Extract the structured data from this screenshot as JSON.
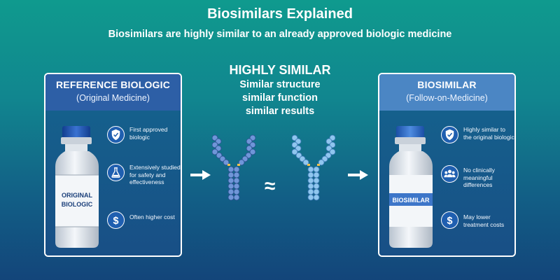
{
  "title": "Biosimilars Explained",
  "subtitle": "Biosimilars are highly similar to an already approved biologic medicine",
  "center": {
    "heading": "HIGHLY SIMILAR",
    "lines": [
      "Similar structure",
      "similar function",
      "similar results"
    ],
    "approx_symbol": "≈"
  },
  "reference_card": {
    "title": "REFERENCE BIOLOGIC",
    "subtitle": "(Original Medicine)",
    "vial_label": [
      "ORIGINAL",
      "BIOLOGIC"
    ],
    "features": [
      {
        "icon": "shield-check-icon",
        "text": "First approved biologic"
      },
      {
        "icon": "flask-icon",
        "text": "Extensively studied for safety and effectiveness"
      },
      {
        "icon": "dollar-icon",
        "text": "Often higher cost"
      }
    ]
  },
  "biosimilar_card": {
    "title": "BIOSIMILAR",
    "subtitle": "(Follow-on-Medicine)",
    "vial_label": [
      "BIOSIMILAR"
    ],
    "features": [
      {
        "icon": "shield-check-icon",
        "text": "Highly similar to the original biologic"
      },
      {
        "icon": "people-icon",
        "text": "No clinically meaningful differences"
      },
      {
        "icon": "dollar-icon",
        "text": "May lower treatment costs"
      }
    ]
  },
  "colors": {
    "background_top": "#0f9a8e",
    "background_bottom": "#13457a",
    "reference_header": "#2d5fa6",
    "biosimilar_header": "#4b86c4",
    "icon_circle": "#1f5fb0",
    "reference_antibody": "#6f96d8",
    "biosimilar_antibody": "#8fc6ee"
  }
}
